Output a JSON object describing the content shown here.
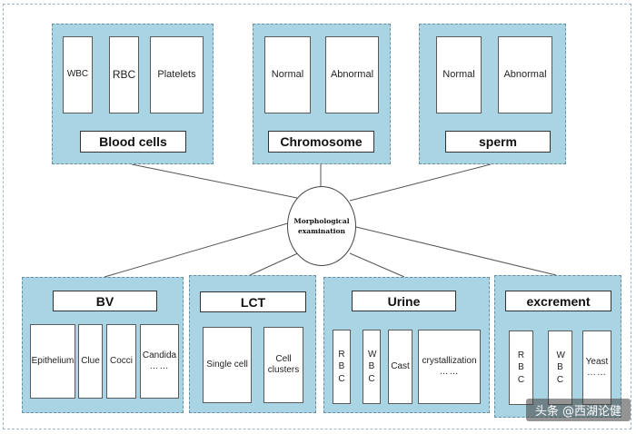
{
  "center": {
    "line1": "Morphological",
    "line2": "examination"
  },
  "groups": {
    "blood": {
      "title": "Blood cells",
      "items": [
        "WBC",
        "RBC",
        "Platelets"
      ]
    },
    "chromosome": {
      "title": "Chromosome",
      "items": [
        "Normal",
        "Abnormal"
      ]
    },
    "sperm": {
      "title": "sperm",
      "items": [
        "Normal",
        "Abnormal"
      ]
    },
    "bv": {
      "title": "BV",
      "items": [
        "Epithelium",
        "Clue",
        "Cocci"
      ],
      "candida": "Candida",
      "candida_dots": "……"
    },
    "lct": {
      "title": "LCT",
      "items": [
        "Single cell",
        "Cell clusters"
      ]
    },
    "urine": {
      "title": "Urine",
      "items": [
        "RBC",
        "WBC",
        "Cast"
      ],
      "cryst": "crystallization",
      "cryst_dots": "……"
    },
    "excrement": {
      "title": "excrement",
      "items": [
        "RBC",
        "WBC"
      ],
      "yeast": "Yeast",
      "yeast_dots": "……"
    }
  },
  "watermark": "头条 @西湖论健",
  "colors": {
    "group_fill": "#a9d4e3",
    "box_fill": "#ffffff",
    "line": "#555555"
  }
}
